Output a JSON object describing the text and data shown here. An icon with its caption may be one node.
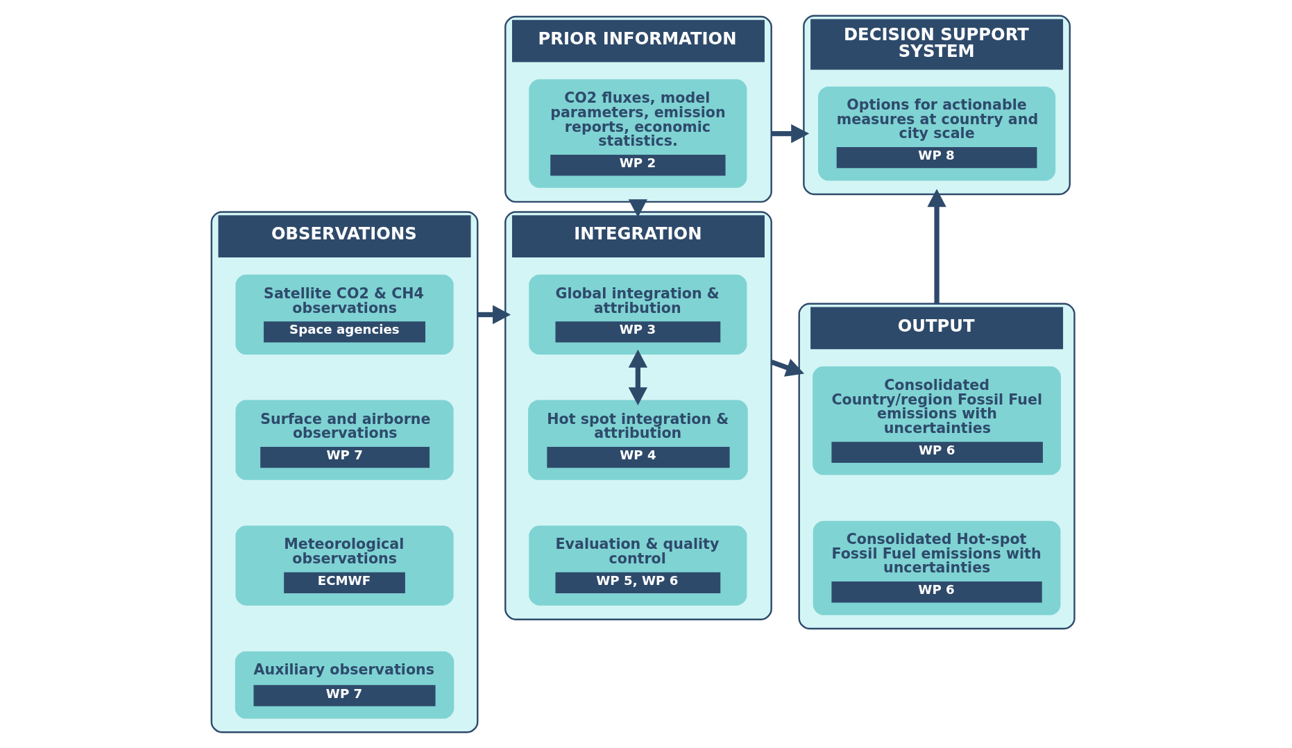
{
  "diagram": {
    "nodes": [
      {
        "text": [
          "OBSERVATIONS"
        ]
      },
      {
        "text": [
          "Satellite CO2 & CH4 observations",
          "Space agencies"
        ],
        "in": 0
      },
      {
        "text": [
          "Surface and airborne observations",
          "WP 7"
        ],
        "in": 0
      },
      {
        "text": [
          "Meteorological observations",
          "ECMWF"
        ],
        "in": 0
      },
      {
        "text": [
          "Auxiliary observations",
          "WP 7"
        ],
        "in": 0
      },
      {
        "text": [
          "PRIOR INFORMATION"
        ]
      },
      {
        "text": [
          "CO2 fluxes, model parameters, emission reports, economic statistics.",
          "WP 2"
        ],
        "in": 5
      },
      {
        "text": [
          "DECISION SUPPORT SYSTEM"
        ]
      },
      {
        "text": [
          "Options for actionable measures at country and city scale",
          "WP 8"
        ],
        "in": 7
      },
      {
        "text": [
          "INTEGRATION"
        ]
      },
      {
        "text": [
          "Global integration & attribution",
          "WP 3"
        ],
        "in": 9
      },
      {
        "text": [
          "Hot spot integration & attribution",
          "WP 4"
        ],
        "in": 9
      },
      {
        "text": [
          "Evaluation & quality control",
          "WP 5, WP 6"
        ],
        "in": 9
      },
      {
        "text": [
          "OUTPUT"
        ]
      },
      {
        "text": [
          "Consolidated Country/region Fossil Fuel emissions with uncertainties",
          "WP 6"
        ],
        "in": 13
      },
      {
        "text": [
          "Consolidated Hot-spot Fossil Fuel emissions with uncertainties",
          "WP 6"
        ],
        "in": 13
      }
    ],
    "edges": [
      {
        "from": 0,
        "to": 9,
        "arrow": "to"
      },
      {
        "from": 5,
        "to": 9,
        "arrow": "to"
      },
      {
        "from": 5,
        "to": 7,
        "arrow": "to"
      },
      {
        "from": 9,
        "to": 13,
        "arrow": "to"
      },
      {
        "from": 13,
        "to": 7,
        "arrow": "to"
      },
      {
        "from": 10,
        "to": 11,
        "arrow": "both"
      }
    ]
  }
}
